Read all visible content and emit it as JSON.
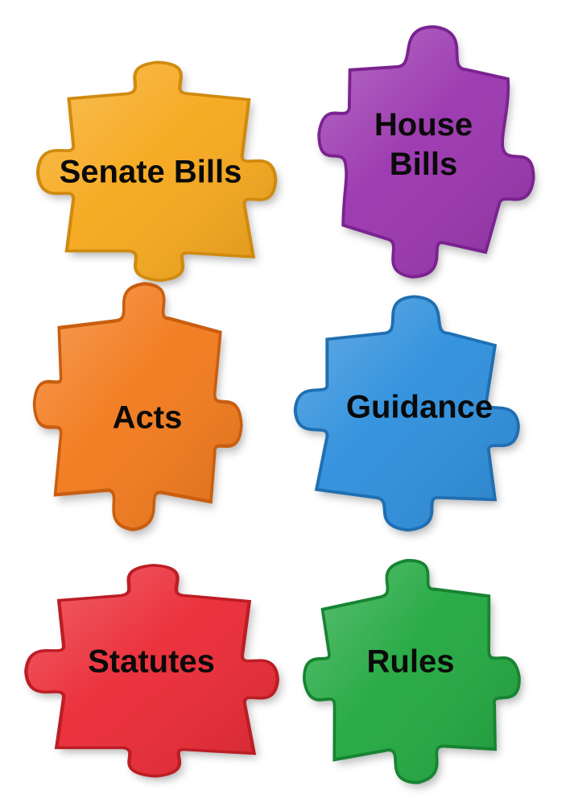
{
  "pieces": [
    {
      "id": "senate-bills",
      "label": "Senate Bills",
      "color": "#f6a81c"
    },
    {
      "id": "house-bills",
      "label_lines": [
        "House",
        "Bills"
      ],
      "color": "#9a35ae"
    },
    {
      "id": "acts",
      "label": "Acts",
      "color": "#f27a1b"
    },
    {
      "id": "guidance",
      "label": "Guidance",
      "color": "#2d8fdc"
    },
    {
      "id": "statutes",
      "label": "Statutes",
      "color": "#ea2b34"
    },
    {
      "id": "rules",
      "label": "Rules",
      "color": "#22a840"
    }
  ]
}
